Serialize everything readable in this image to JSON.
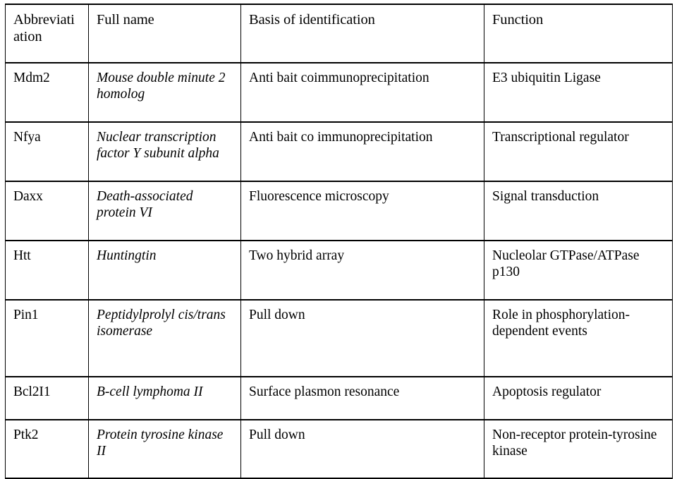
{
  "table": {
    "columns": [
      {
        "key": "abbreviation",
        "label_line1": "Abbreviati",
        "label_line2": "ation",
        "label": "Abbreviation"
      },
      {
        "key": "full_name",
        "label": "Full name"
      },
      {
        "key": "basis",
        "label": "Basis of identification"
      },
      {
        "key": "function",
        "label": "Function"
      }
    ],
    "rows": [
      {
        "abbreviation": "Mdm2",
        "full_name": "Mouse double minute 2 homolog",
        "basis": "Anti bait coimmunoprecipitation",
        "function": "E3 ubiquitin Ligase"
      },
      {
        "abbreviation": "Nfya",
        "full_name": "Nuclear transcription factor Y subunit alpha",
        "basis": "Anti bait co immunoprecipitation",
        "function": "Transcriptional regulator"
      },
      {
        "abbreviation": "Daxx",
        "full_name": "Death-associated protein VI",
        "basis": "Fluorescence microscopy",
        "function": "Signal transduction"
      },
      {
        "abbreviation": "Htt",
        "full_name": "Huntingtin",
        "basis": "Two hybrid array",
        "function": "Nucleolar GTPase/ATPase p130"
      },
      {
        "abbreviation": "Pin1",
        "full_name": "Peptidylprolyl cis/trans isomerase",
        "basis": "Pull down",
        "function": "Role in phosphorylation-dependent events"
      },
      {
        "abbreviation": "Bcl2I1",
        "full_name": "B-cell lymphoma II",
        "basis": "Surface plasmon resonance",
        "function": "Apoptosis regulator"
      },
      {
        "abbreviation": "Ptk2",
        "full_name": "Protein tyrosine kinase II",
        "basis": "Pull down",
        "function": "Non-receptor protein-tyrosine kinase"
      }
    ]
  },
  "style": {
    "border_color": "#000000",
    "text_color": "#000000",
    "background": "#ffffff"
  }
}
